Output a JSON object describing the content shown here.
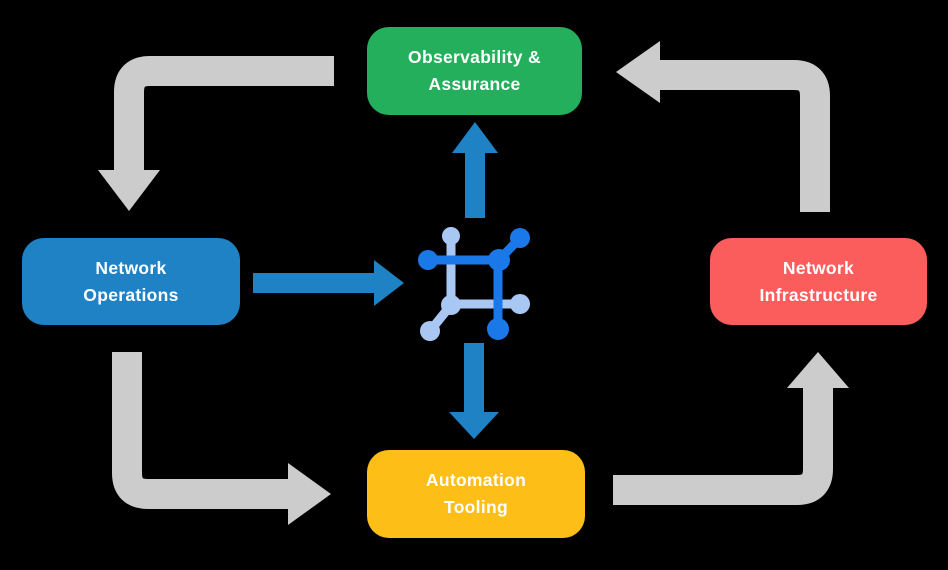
{
  "background_color": "#000000",
  "diagram": {
    "type": "cycle-flow",
    "nodes": {
      "observability": {
        "line1": "Observability &",
        "line2": "Assurance",
        "color": "#23AF5B"
      },
      "operations": {
        "line1": "Network",
        "line2": "Operations",
        "color": "#1E82C4"
      },
      "infrastructure": {
        "line1": "Network",
        "line2": "Infrastructure",
        "color": "#FB5D5D"
      },
      "automation": {
        "line1": "Automation",
        "line2": "Tooling",
        "color": "#FCBE17"
      }
    },
    "center_icon": {
      "name": "network-nodes-icon",
      "primary_color": "#1B78E8",
      "secondary_color": "#A9C7F3"
    },
    "arrows": {
      "gray_color": "#CCCCCC",
      "blue_color": "#1E82C4",
      "text_color": "#FFFFFF",
      "cycle_flow": [
        "observability -> operations",
        "operations -> automation",
        "automation -> infrastructure",
        "infrastructure -> observability"
      ],
      "center_links": [
        "operations -> center-icon",
        "center-icon -> observability",
        "center-icon -> automation"
      ]
    }
  }
}
